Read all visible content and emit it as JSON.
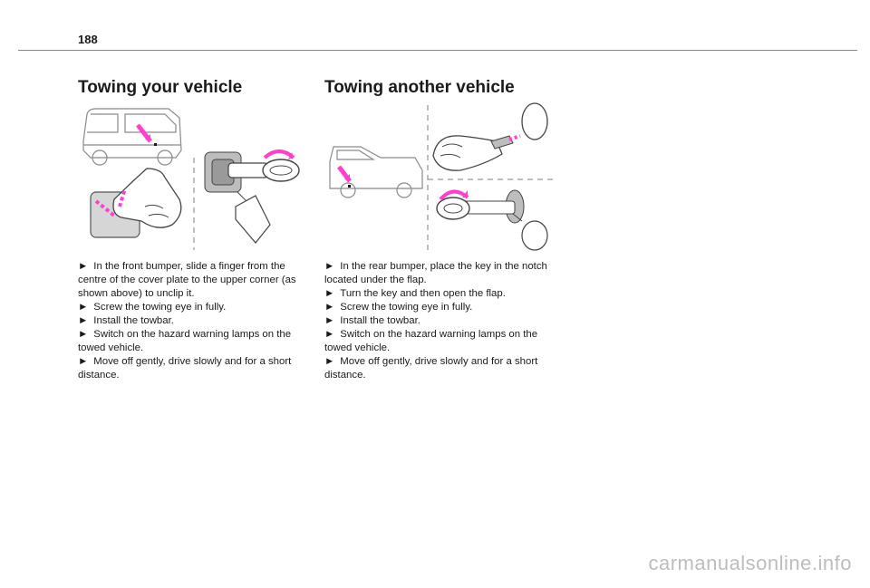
{
  "page": {
    "number": "188"
  },
  "left_section": {
    "title": "Towing your vehicle",
    "steps": [
      "In the front bumper, slide a finger from the centre of the cover plate to the upper corner (as shown above) to unclip it.",
      "Screw the towing eye in fully.",
      "Install the towbar.",
      "Switch on the hazard warning lamps on the towed vehicle.",
      "Move off gently, drive slowly and for a short distance."
    ]
  },
  "right_section": {
    "title": "Towing another vehicle",
    "steps": [
      "In the rear bumper, place the key in the notch located under the flap.",
      "Turn the key and then open the flap.",
      "Screw the towing eye in fully.",
      "Install the towbar.",
      "Switch on the hazard warning lamps on the towed vehicle.",
      "Move off gently, drive slowly and for a short distance."
    ]
  },
  "bullet_glyph": "►",
  "watermark": "carmanualsonline.info",
  "colors": {
    "accent_arrow": "#ff3fd0",
    "line_art": "#7a7a7a",
    "panel_grey": "#bdbdbd"
  }
}
